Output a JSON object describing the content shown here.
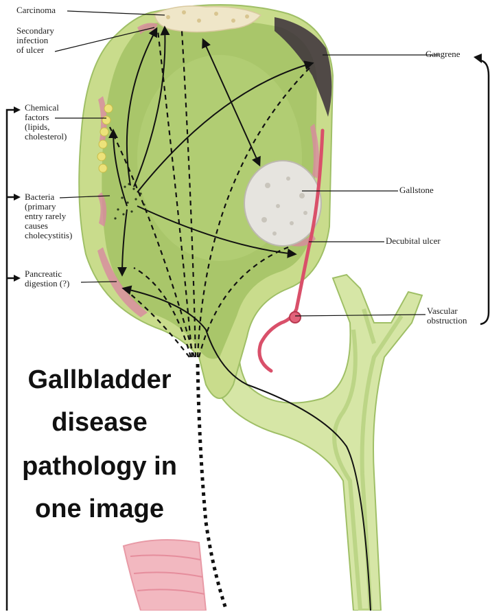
{
  "labels": {
    "carcinoma": "Carcinoma",
    "secondary_infection": "Secondary\ninfection\nof ulcer",
    "chemical_factors": "Chemical\nfactors\n(lipids,\ncholesterol)",
    "bacteria": "Bacteria\n(primary\nentry rarely\ncauses\ncholecystitis)",
    "pancreatic_digestion": "Pancreatic\ndigestion (?)",
    "gangrene": "Gangrene",
    "gallstone": "Gallstone",
    "decubital_ulcer": "Decubital ulcer",
    "vascular_obstruction": "Vascular\nobstruction"
  },
  "caption": {
    "line1": "Gallbladder",
    "line2": "disease",
    "line3": "pathology in",
    "line4": "one image"
  },
  "colors": {
    "wall": "#c9dc8c",
    "lumen": "#a9c66a",
    "duct": "#d6e6a6",
    "inflamed": "#d98aa0",
    "gangrene": "#3b2f3a",
    "stone": "#e6e4df",
    "vessel": "#d9506a",
    "fat_droplet": "#ece27a"
  }
}
